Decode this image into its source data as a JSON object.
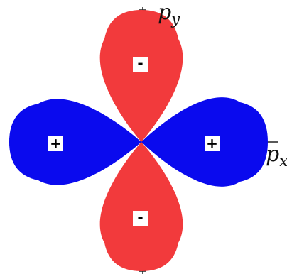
{
  "colors": {
    "negative_lobe": "#f23a3c",
    "positive_lobe": "#0a0aee",
    "axis": "#222222",
    "sign_box": "#ffffff"
  },
  "axes": {
    "vertical_label_main": "p",
    "vertical_label_sub": "y",
    "horizontal_label_main": "p",
    "horizontal_label_sub": "x"
  },
  "lobes": {
    "top": {
      "sign": "-",
      "color_key": "negative_lobe"
    },
    "bottom": {
      "sign": "-",
      "color_key": "negative_lobe"
    },
    "left": {
      "sign": "+",
      "color_key": "positive_lobe"
    },
    "right": {
      "sign": "+",
      "color_key": "positive_lobe"
    }
  }
}
